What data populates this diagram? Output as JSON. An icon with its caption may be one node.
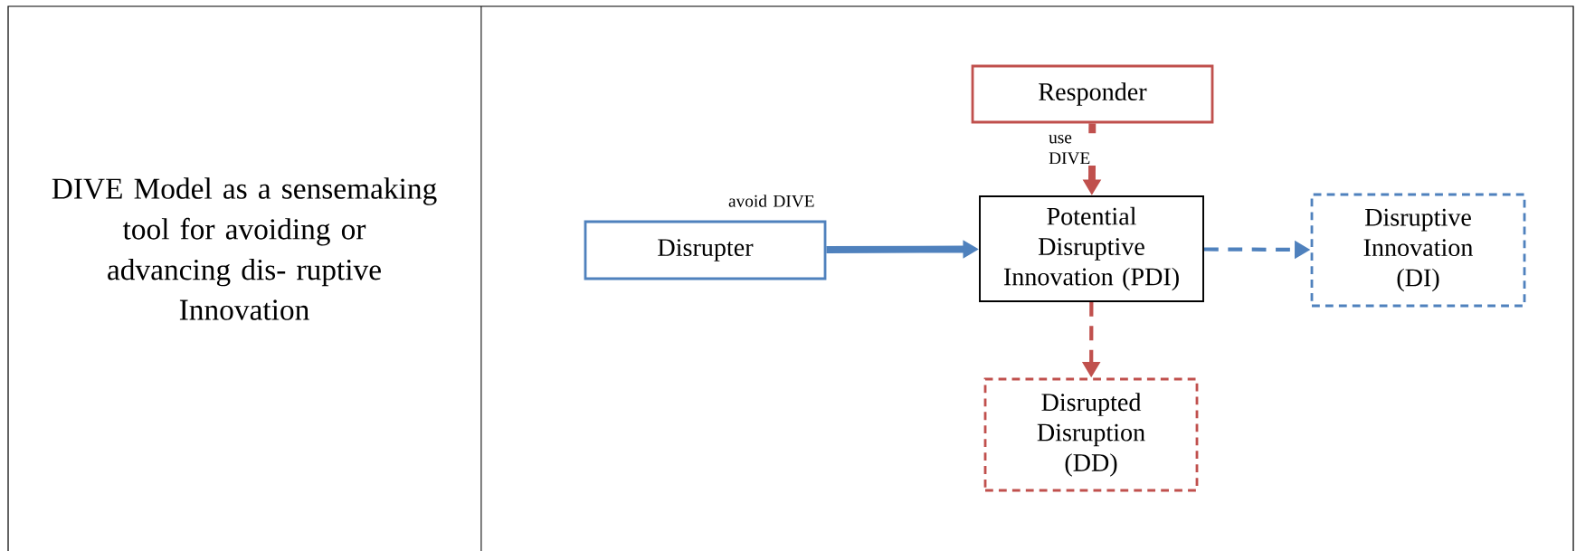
{
  "diagram": {
    "nodes": [
      {
        "text": [
          "Responder"
        ]
      },
      {
        "text": [
          "Disrupter"
        ]
      },
      {
        "text": [
          "Potential Disruptive Innovation (PDI)"
        ]
      },
      {
        "text": [
          "Disruptive Innovation (DI)"
        ]
      },
      {
        "text": [
          "Disrupted Disruption (DD)"
        ]
      }
    ],
    "edges": [
      {
        "from": 0,
        "to": 2,
        "arrow": "to",
        "label": "use DIVE",
        "style": "thick",
        "color": "#c0504d"
      },
      {
        "from": 1,
        "to": 2,
        "arrow": "to",
        "label": "avoid DIVE",
        "style": "thick",
        "color": "#4f81bd"
      },
      {
        "from": 2,
        "to": 3,
        "arrow": "to",
        "style": "dashed",
        "color": "#4f81bd"
      },
      {
        "from": 2,
        "to": 4,
        "arrow": "to",
        "style": "dashed",
        "color": "#c0504d"
      }
    ],
    "labels": [
      "DIVE Model as a sensemaking tool for avoiding or advancing dis- ruptive",
      "Innovation"
    ]
  }
}
